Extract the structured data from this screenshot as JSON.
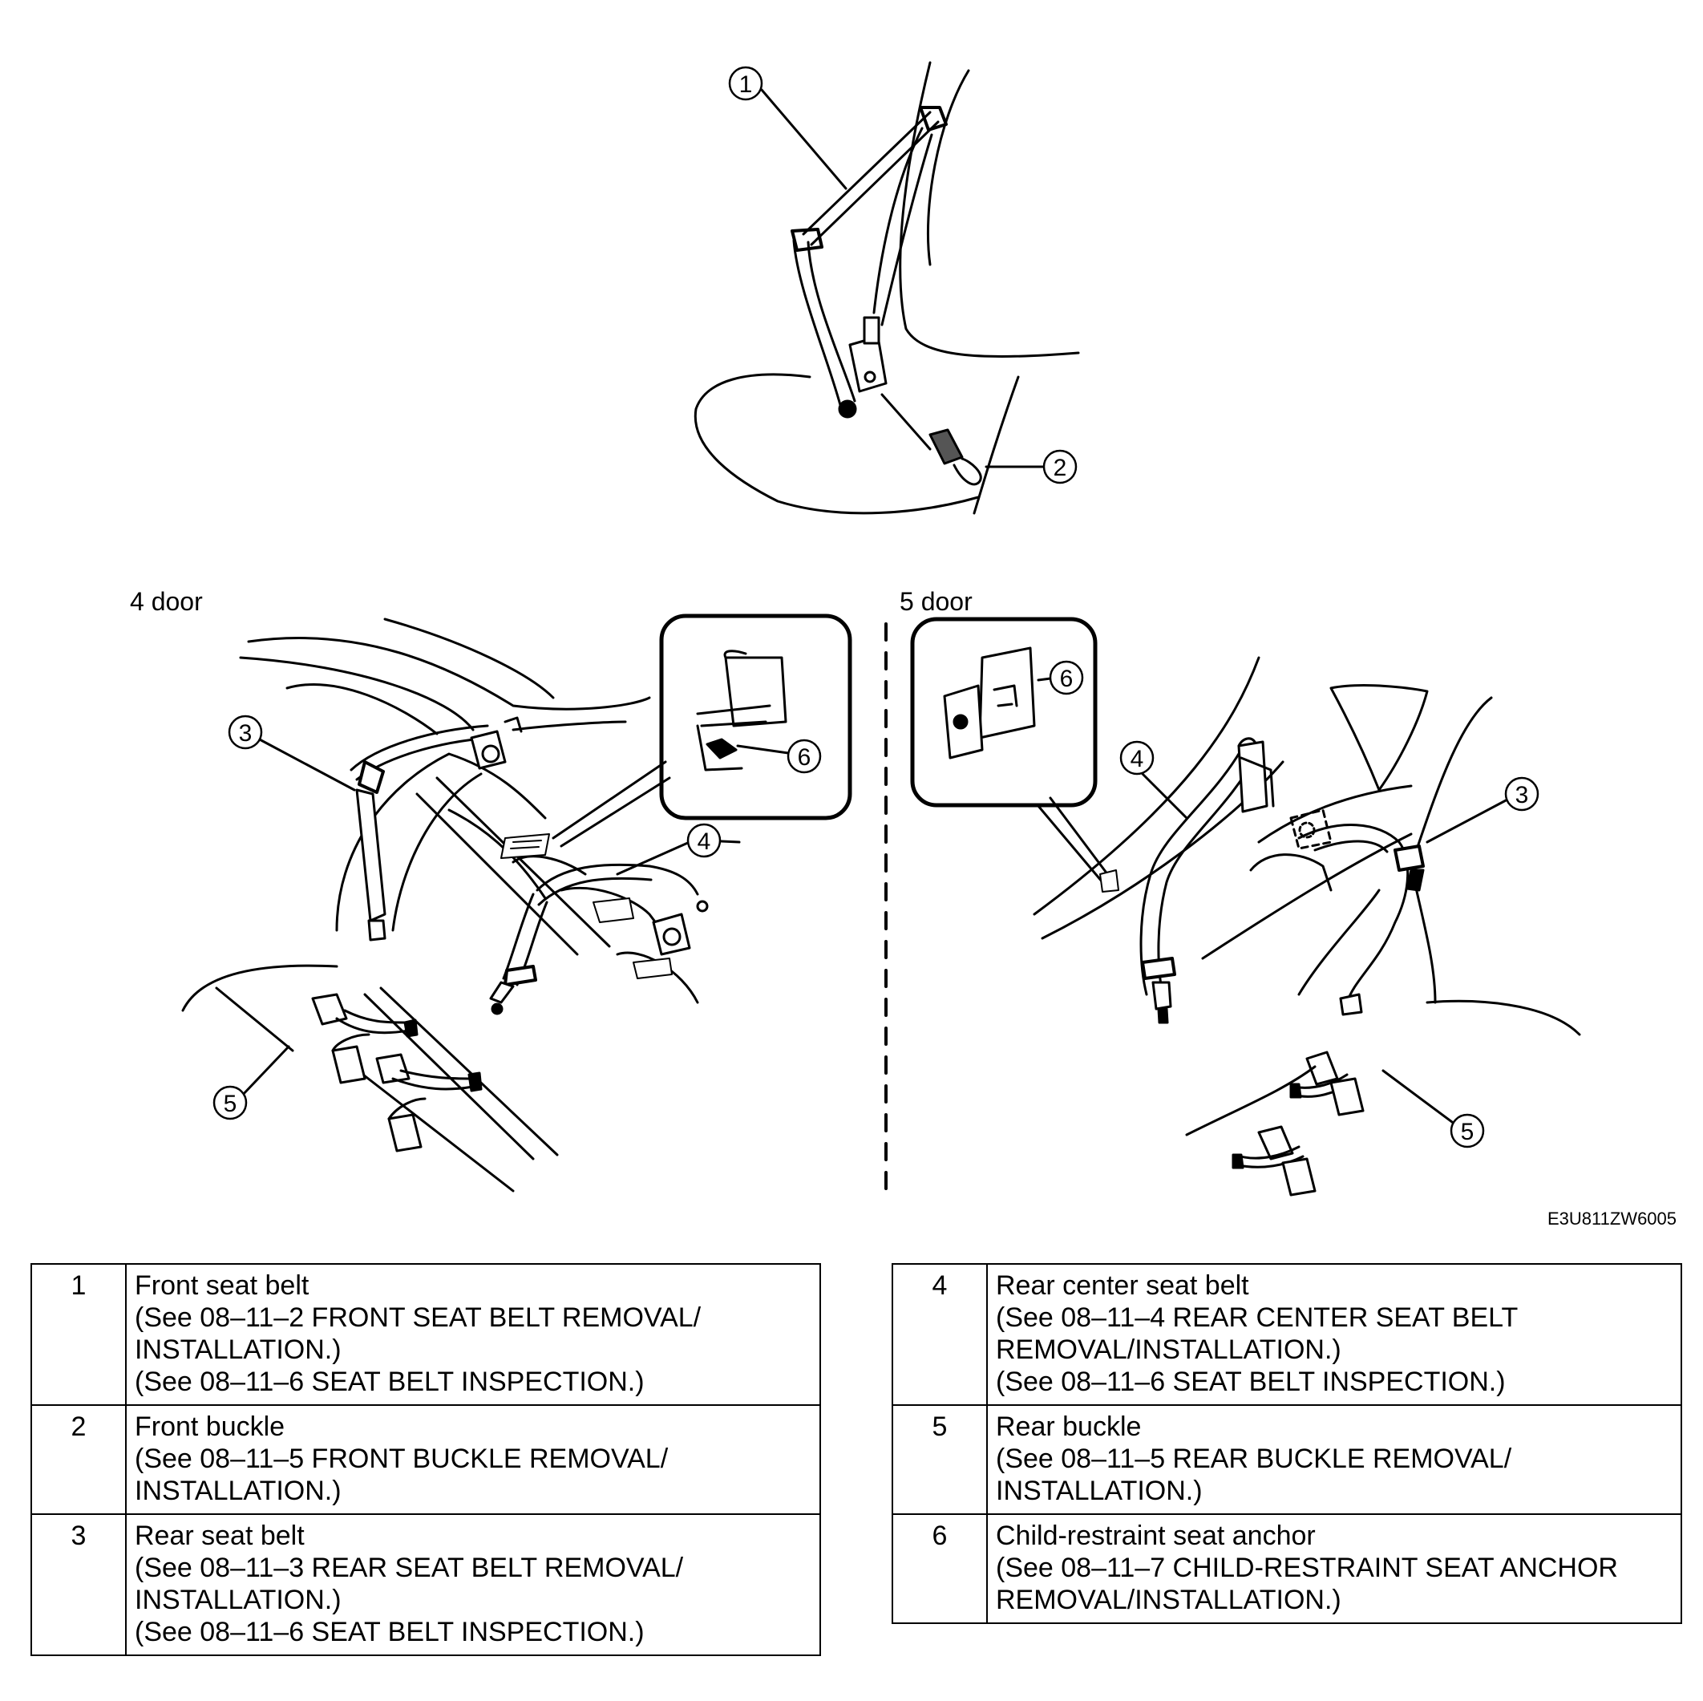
{
  "labels": {
    "four_door": "4 door",
    "five_door": "5 door",
    "figure_code": "E3U811ZW6005"
  },
  "callouts": [
    "1",
    "2",
    "3",
    "4",
    "5",
    "6"
  ],
  "legend_left": [
    {
      "num": "1",
      "name": "Front seat belt",
      "refs": [
        "(See 08–11–2 FRONT SEAT BELT REMOVAL/",
        "INSTALLATION.)",
        "(See 08–11–6 SEAT BELT INSPECTION.)"
      ]
    },
    {
      "num": "2",
      "name": "Front buckle",
      "refs": [
        "(See 08–11–5 FRONT BUCKLE REMOVAL/",
        "INSTALLATION.)"
      ]
    },
    {
      "num": "3",
      "name": "Rear seat belt",
      "refs": [
        "(See 08–11–3 REAR SEAT BELT REMOVAL/",
        "INSTALLATION.)",
        "(See 08–11–6 SEAT BELT INSPECTION.)"
      ]
    }
  ],
  "legend_right": [
    {
      "num": "4",
      "name": "Rear center seat belt",
      "refs": [
        "(See 08–11–4 REAR CENTER SEAT BELT",
        "REMOVAL/INSTALLATION.)",
        "(See 08–11–6 SEAT BELT INSPECTION.)"
      ]
    },
    {
      "num": "5",
      "name": "Rear buckle",
      "refs": [
        "(See 08–11–5 REAR BUCKLE REMOVAL/",
        "INSTALLATION.)"
      ]
    },
    {
      "num": "6",
      "name": "Child-restraint seat anchor",
      "refs": [
        "(See 08–11–7 CHILD-RESTRAINT SEAT ANCHOR",
        "REMOVAL/INSTALLATION.)"
      ]
    }
  ]
}
